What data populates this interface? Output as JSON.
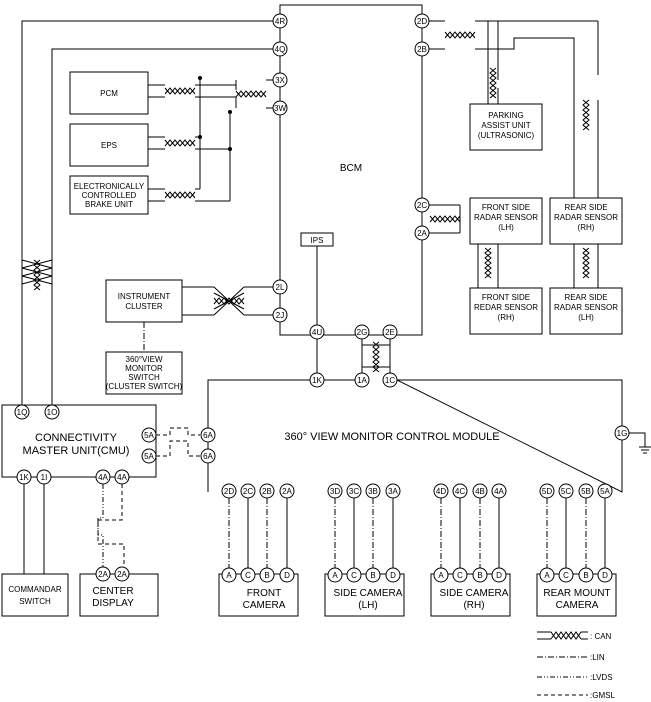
{
  "modules": {
    "bcm": "BCM",
    "pcm": "PCM",
    "eps": "EPS",
    "ebu": [
      "ELECTRONICALLY",
      "CONTROLLED",
      "BRAKE UNIT"
    ],
    "parking": [
      "PARKING",
      "ASSIST UNIT",
      "(ULTRASONIC)"
    ],
    "front_lh": [
      "FRONT SIDE",
      "RADAR SENSOR",
      "(LH)"
    ],
    "front_rh": [
      "FRONT SIDE",
      "REDAR SENSOR",
      "(RH)"
    ],
    "rear_rh": [
      "REAR SIDE",
      "RADAR SENSOR",
      "(RH)"
    ],
    "rear_lh": [
      "REAR SIDE",
      "RADAR SENSOR",
      "(LH)"
    ],
    "cluster": [
      "INSTRUMENT",
      "CLUSTER"
    ],
    "switch360": [
      "360°VIEW",
      "MONITOR",
      "SWITCH",
      "(CLUSTER SWITCH)"
    ],
    "ips": "IPS",
    "cmu": [
      "CONNECTIVITY",
      "MASTER UNIT(CMU)"
    ],
    "module360": "360° VIEW MONITOR CONTROL MODULE",
    "commandar": [
      "COMMANDAR",
      "SWITCH"
    ],
    "center": [
      "CENTER",
      "DISPLAY"
    ],
    "front_cam": [
      "FRONT",
      "CAMERA"
    ],
    "side_lh": [
      "SIDE CAMERA",
      "(LH)"
    ],
    "side_rh": [
      "SIDE CAMERA",
      "(RH)"
    ],
    "rear_cam": [
      "REAR MOUNT",
      "CAMERA"
    ]
  },
  "pins": {
    "bcm_4r": "4R",
    "bcm_4q": "4Q",
    "bcm_3x": "3X",
    "bcm_3w": "3W",
    "bcm_2d": "2D",
    "bcm_2b": "2B",
    "bcm_2c": "2C",
    "bcm_2a": "2A",
    "bcm_2l": "2L",
    "bcm_2j": "2J",
    "bcm_4u": "4U",
    "bcm_2g": "2G",
    "bcm_2e": "2E",
    "m_1k": "1K",
    "m_1a": "1A",
    "m_1c": "1C",
    "m_6a1": "6A",
    "m_6a2": "6A",
    "m_1g": "1G",
    "cmu_1q": "1Q",
    "cmu_1o": "1O",
    "cmu_5a1": "5A",
    "cmu_5a2": "5A",
    "cmu_1k": "1K",
    "cmu_1i": "1I",
    "cmu_4a1": "4A",
    "cmu_4a2": "4A",
    "cd_2a1": "2A",
    "cd_2a2": "2A",
    "f_2d": "2D",
    "f_2c": "2C",
    "f_2b": "2B",
    "f_2a": "2A",
    "s_3d": "3D",
    "s_3c": "3C",
    "s_3b": "3B",
    "s_3a": "3A",
    "r_4d": "4D",
    "r_4c": "4C",
    "r_4b": "4B",
    "r_4a": "4A",
    "b_5d": "5D",
    "b_5c": "5C",
    "b_5b": "5B",
    "b_5a": "5A",
    "cam_a": "A",
    "cam_c": "C",
    "cam_b": "B",
    "cam_d": "D"
  },
  "legend": {
    "can": ": CAN",
    "lin": ":LIN",
    "lvds": ":LVDS",
    "gmsl": ":GMSL"
  }
}
